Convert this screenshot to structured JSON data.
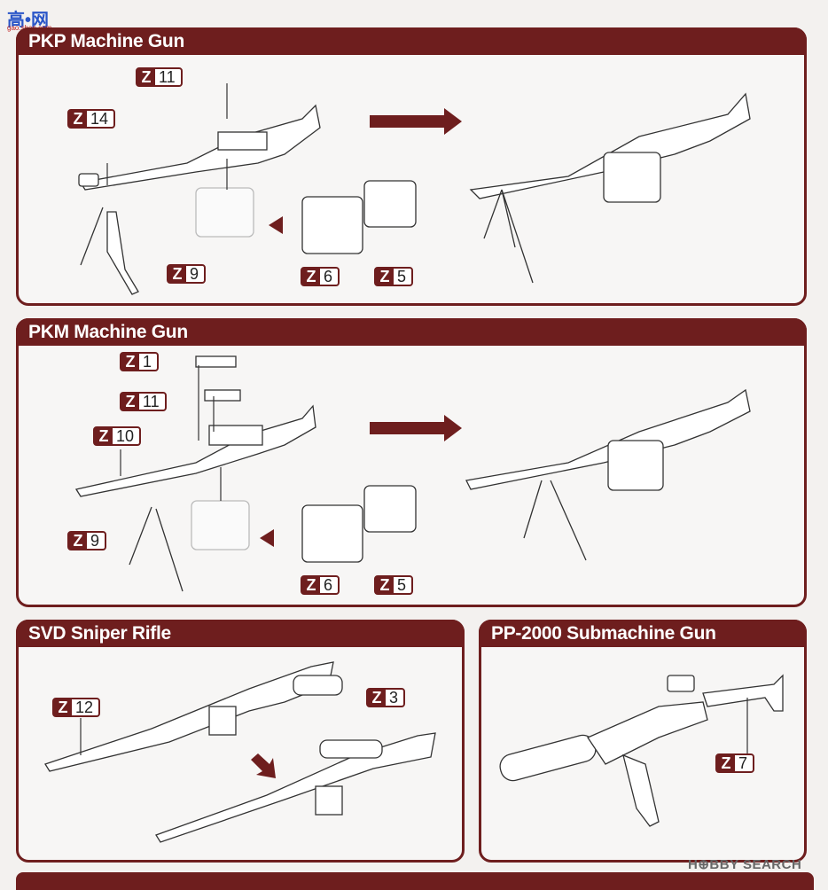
{
  "header": {
    "logo_text": "高•网",
    "logo_sub": "gao.shan.com"
  },
  "sections": {
    "pkp": {
      "title": "PKP Machine Gun",
      "parts": [
        {
          "z": "Z",
          "num": "11"
        },
        {
          "z": "Z",
          "num": "14"
        },
        {
          "z": "Z",
          "num": "9"
        },
        {
          "z": "Z",
          "num": "6"
        },
        {
          "z": "Z",
          "num": "5"
        }
      ]
    },
    "pkm": {
      "title": "PKM Machine Gun",
      "parts": [
        {
          "z": "Z",
          "num": "1"
        },
        {
          "z": "Z",
          "num": "11"
        },
        {
          "z": "Z",
          "num": "10"
        },
        {
          "z": "Z",
          "num": "9"
        },
        {
          "z": "Z",
          "num": "6"
        },
        {
          "z": "Z",
          "num": "5"
        }
      ]
    },
    "svd": {
      "title": "SVD Sniper Rifle",
      "parts": [
        {
          "z": "Z",
          "num": "12"
        },
        {
          "z": "Z",
          "num": "3"
        }
      ]
    },
    "pp2000": {
      "title": "PP-2000 Submachine Gun",
      "parts": [
        {
          "z": "Z",
          "num": "7"
        }
      ]
    }
  },
  "watermark": "H⊕BBY SEARCH",
  "colors": {
    "accent": "#6e1e1e",
    "panel_bg": "#f7f6f5",
    "page_bg": "#f3f1ef"
  }
}
